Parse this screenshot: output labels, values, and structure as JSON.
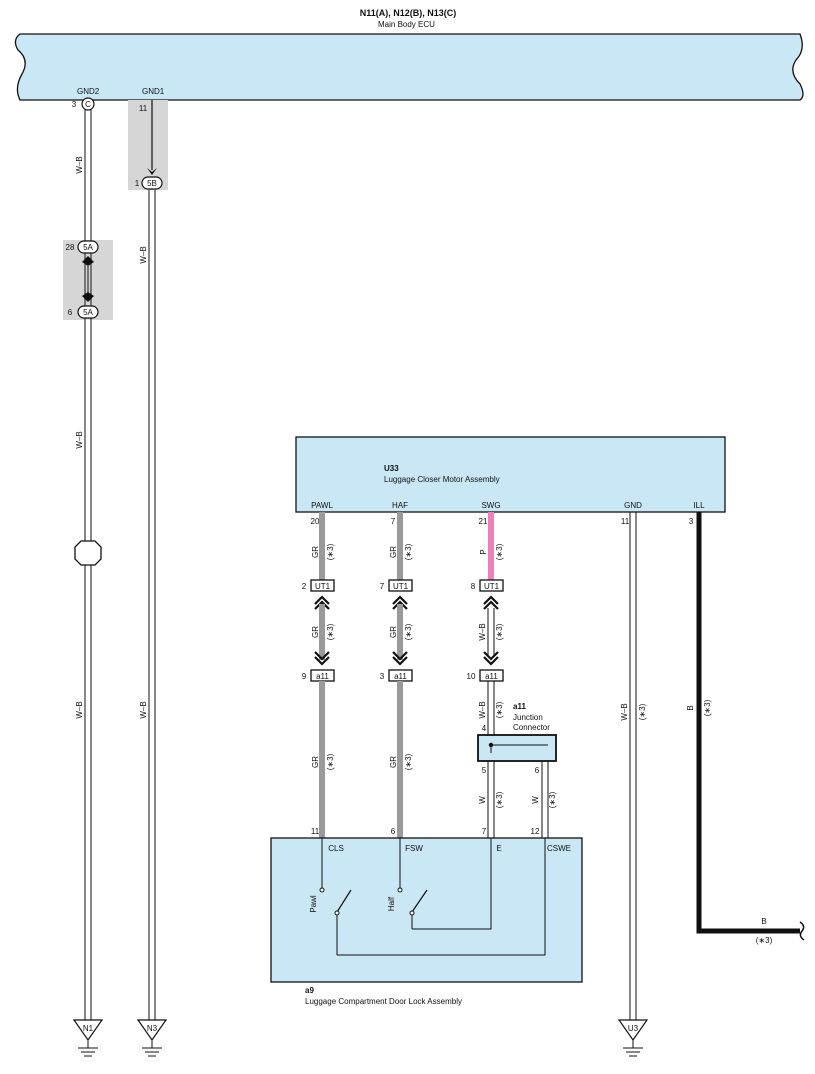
{
  "colors": {
    "box_fill": "#c9e7f5",
    "box_stroke": "#111111",
    "wire_gray": "#9a9a9a",
    "wire_pink": "#ee82b8",
    "wire_black": "#111111",
    "highlight_gray": "#d6d6d6"
  },
  "ecu": {
    "title": "N11(A), N12(B), N13(C)",
    "name": "Main Body ECU",
    "pin_gnd2_label": "GND2",
    "pin_gnd1_label": "GND1",
    "pin_gnd2_no": "3",
    "pin_gnd2_conn": "C",
    "pin_gnd1_no": "11"
  },
  "left_wires": {
    "wire1_color": "W–B",
    "wire1_color_b": "W–B",
    "wire1_color_c": "W–B",
    "wire2_color": "W–B",
    "wire2_color_b": "W–B",
    "conn_5b_pin": "1",
    "conn_5b": "5B",
    "conn_5a_top_pin": "28",
    "conn_5a_top": "5A",
    "conn_5a_bot_pin": "6",
    "conn_5a_bot": "5A",
    "ground_n1": "N1",
    "ground_n3": "N3"
  },
  "u33": {
    "id": "U33",
    "name": "Luggage Closer Motor Assembly",
    "pins": [
      {
        "label": "PAWL",
        "no": "20"
      },
      {
        "label": "HAF",
        "no": "7"
      },
      {
        "label": "SWG",
        "no": "21"
      },
      {
        "label": "GND",
        "no": "11"
      },
      {
        "label": "ILL",
        "no": "3"
      }
    ]
  },
  "wires": {
    "pawl_top": "GR",
    "pawl_mid": "GR",
    "pawl_bot": "GR",
    "haf_top": "GR",
    "haf_mid": "GR",
    "haf_bot": "GR",
    "swg_top": "P",
    "swg_mid": "W–B",
    "swg_bot": "W–B",
    "e_wire": "W",
    "cswe_wire": "W",
    "gnd_wire": "W–B",
    "ill_wire": "B",
    "ill_end": "B",
    "note": "(∗3)"
  },
  "connectors": {
    "ut1_pawl_pin": "2",
    "ut1_pawl": "UT1",
    "ut1_haf_pin": "7",
    "ut1_haf": "UT1",
    "ut1_swg_pin": "8",
    "ut1_swg": "UT1",
    "a11_pawl_pin": "9",
    "a11_pawl": "a11",
    "a11_haf_pin": "3",
    "a11_haf": "a11",
    "a11_swg_pin": "10",
    "a11_swg": "a11"
  },
  "junction": {
    "id": "a11",
    "name1": "Junction",
    "name2": "Connector",
    "pin_in": "4",
    "pin_out_left": "5",
    "pin_out_right": "6"
  },
  "a9": {
    "id": "a9",
    "name": "Luggage Compartment Door Lock Assembly",
    "pins": [
      {
        "label": "CLS",
        "no": "11"
      },
      {
        "label": "FSW",
        "no": "6"
      },
      {
        "label": "E",
        "no": "7"
      },
      {
        "label": "CSWE",
        "no": "12"
      }
    ],
    "switch_pawl": "Pawl",
    "switch_half": "Half"
  },
  "ground_u3": "U3"
}
